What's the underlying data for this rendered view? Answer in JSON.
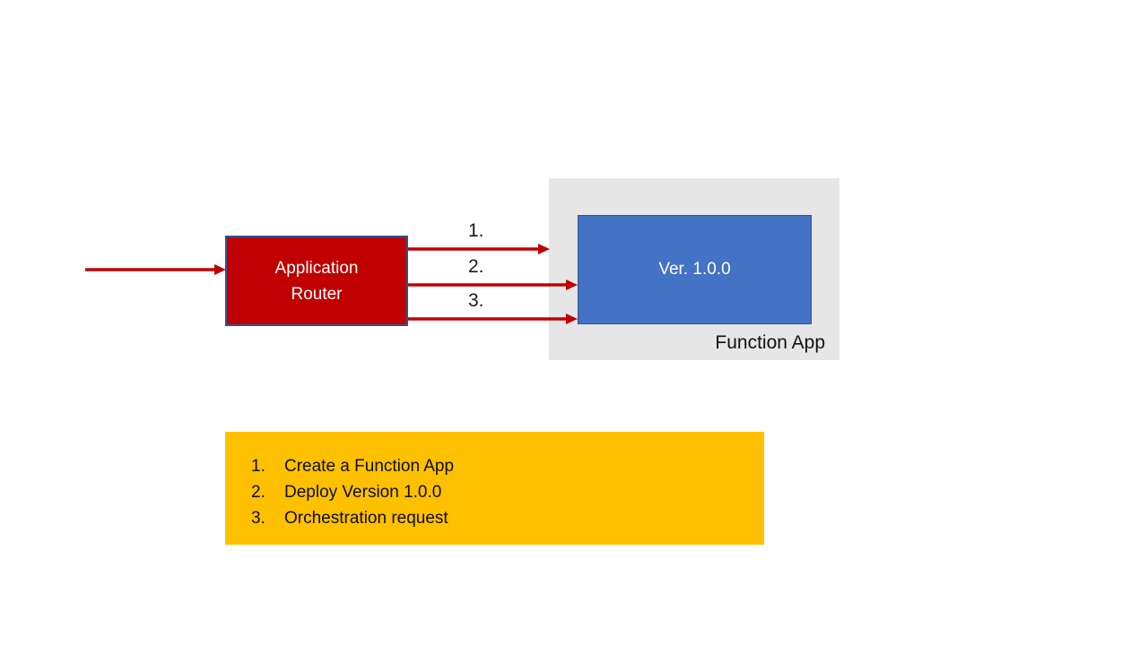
{
  "slide": {
    "router": {
      "label": "Application Router"
    },
    "function_app": {
      "group_label": "Function App",
      "version_label": "Ver. 1.0.0"
    },
    "arrows": [
      {
        "label": "1."
      },
      {
        "label": "2."
      },
      {
        "label": "3."
      }
    ],
    "legend": {
      "items": [
        {
          "num": "1.",
          "text": "Create a Function App"
        },
        {
          "num": "2.",
          "text": "Deploy Version 1.0.0"
        },
        {
          "num": "3.",
          "text": "Orchestration request"
        }
      ]
    },
    "colors": {
      "router_fill": "#C00000",
      "shape_border": "#2F528F",
      "version_fill": "#4472C4",
      "group_fill": "#E7E6E6",
      "legend_fill": "#FFC000",
      "arrow": "#C00000",
      "text_dark": "#1A1A1A",
      "text_light": "#FFFFFF"
    }
  }
}
